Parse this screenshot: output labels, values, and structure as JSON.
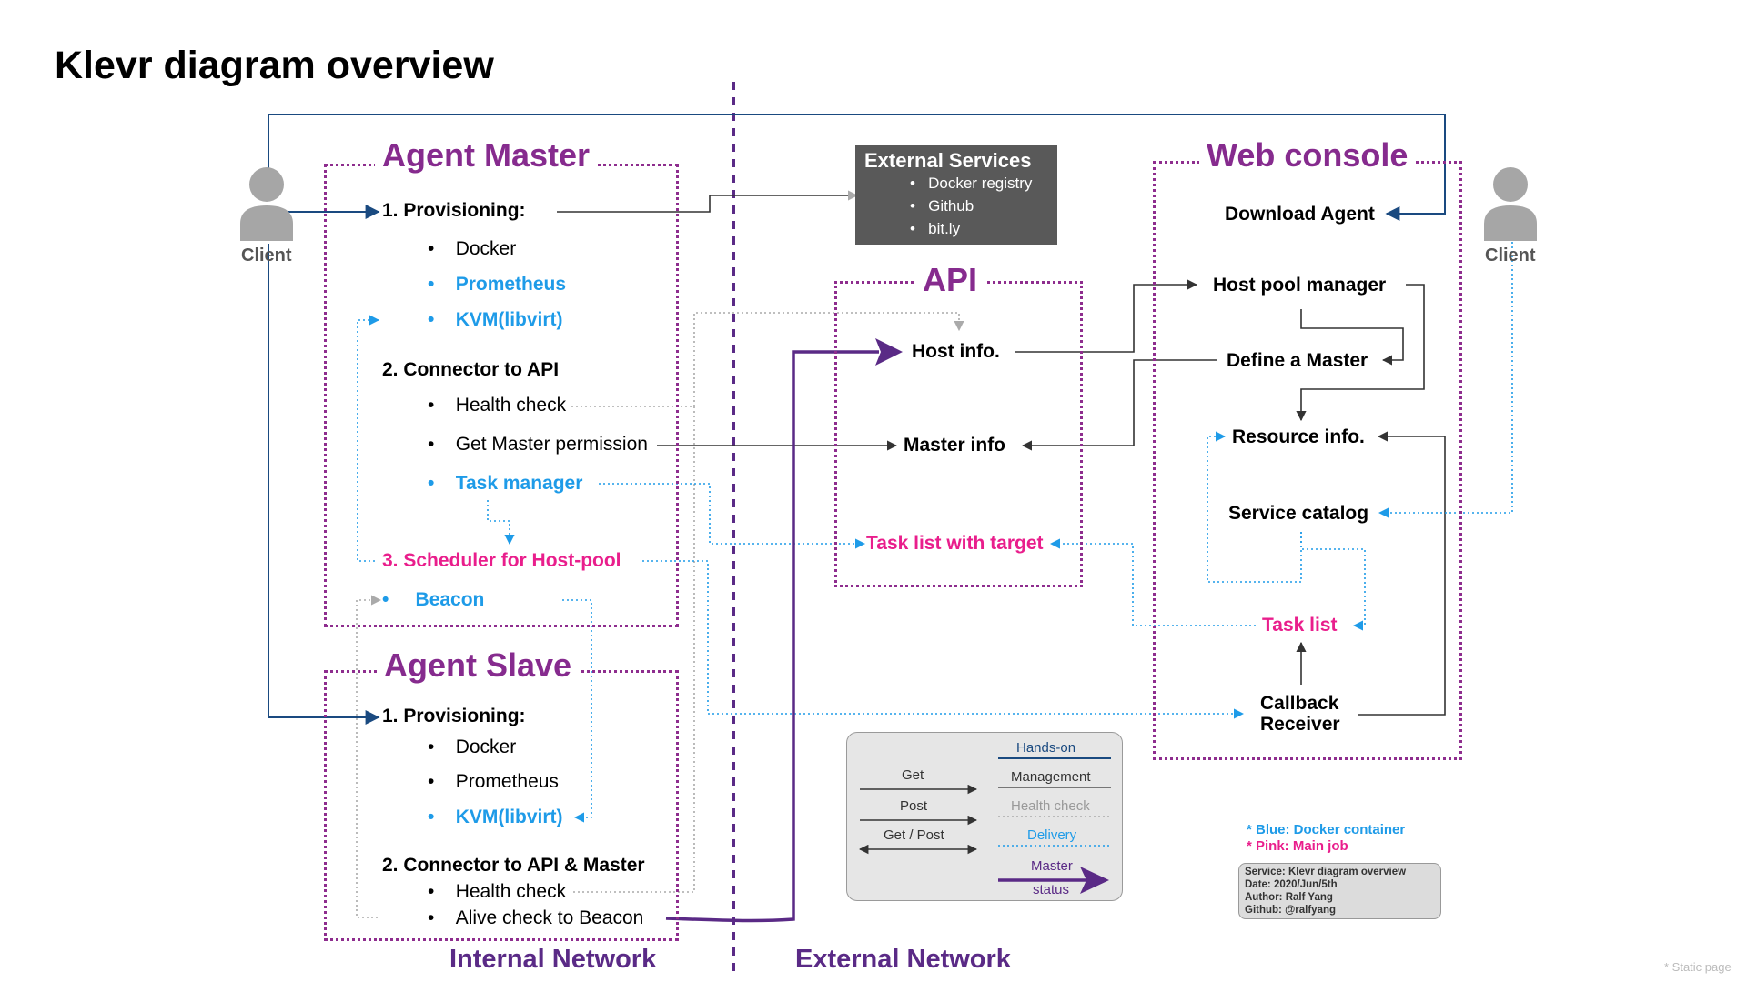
{
  "title": "Klevr diagram overview",
  "clients": {
    "left": "Client",
    "right": "Client"
  },
  "agent_master": {
    "title": "Agent Master",
    "provisioning": "1.  Provisioning:",
    "prov_items": [
      "Docker",
      "Prometheus",
      "KVM(libvirt)"
    ],
    "connector": "2.  Connector to API",
    "conn_items": [
      "Health check",
      "Get Master permission",
      "Task manager"
    ],
    "scheduler": "3.  Scheduler for Host-pool",
    "beacon": "Beacon"
  },
  "agent_slave": {
    "title": "Agent Slave",
    "provisioning": "1.  Provisioning:",
    "prov_items": [
      "Docker",
      "Prometheus",
      "KVM(libvirt)"
    ],
    "connector": "2.  Connector to API & Master",
    "conn_items": [
      "Health check",
      "Alive check to Beacon"
    ]
  },
  "external_services": {
    "title": "External Services",
    "items": [
      "Docker registry",
      "Github",
      "bit.ly"
    ]
  },
  "api": {
    "title": "API",
    "items": [
      "Host info.",
      "Master info",
      "Task list with target"
    ]
  },
  "web_console": {
    "title": "Web console",
    "items": [
      "Download Agent",
      "Host pool manager",
      "Define a Master",
      "Resource info.",
      "Service catalog",
      "Task list"
    ],
    "callback_1": "Callback",
    "callback_2": "Receiver"
  },
  "networks": {
    "internal": "Internal Network",
    "external": "External Network"
  },
  "legend": {
    "get": "Get",
    "post": "Post",
    "getpost": "Get / Post",
    "handson": "Hands-on",
    "management": "Management",
    "health": "Health check",
    "delivery": "Delivery",
    "master": "Master",
    "status": "status"
  },
  "notes": {
    "blue": "* Blue: Docker container",
    "pink": "* Pink: Main job"
  },
  "service_info": {
    "service": "Service: Klevr diagram overview",
    "date": "Date: 2020/Jun/5th",
    "author": "Author: Ralf Yang",
    "github": "Github: @ralfyang"
  },
  "footer": "* Static page",
  "colors": {
    "purple": "#862b8e",
    "blue": "#1e9be8",
    "pink": "#e91e8c",
    "navy": "#1a4a80",
    "dark_purple": "#5a2a86"
  }
}
